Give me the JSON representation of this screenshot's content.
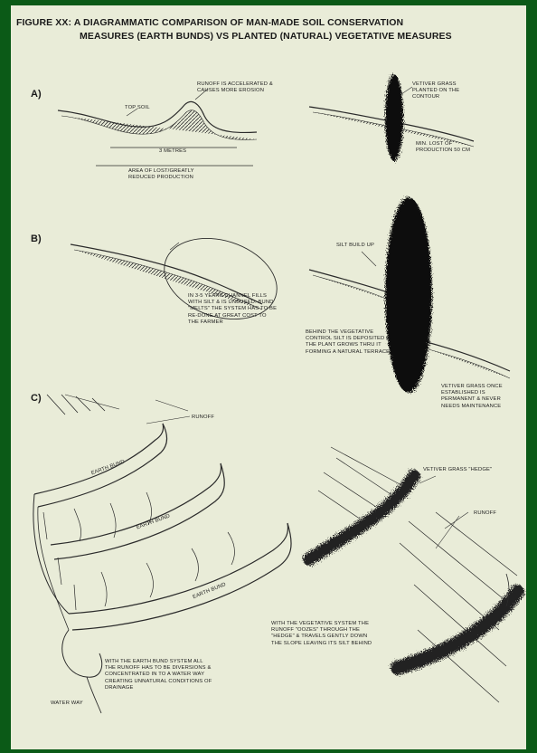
{
  "title": {
    "line1": "Figure XX: A DIAGRAMMATIC COMPARISON OF MAN-MADE SOIL CONSERVATION",
    "line2": "MEASURES (EARTH BUNDS) VS PLANTED (NATURAL) VEGETATIVE MEASURES"
  },
  "sections": {
    "a": "A)",
    "b": "B)",
    "c": "C)"
  },
  "labels_a": {
    "runoff": "RUNOFF IS ACCELERATED & CAUSES MORE EROSION",
    "top_soil": "TOP SOIL",
    "bund_width": "3 METRES",
    "lost_area": "AREA OF LOST/GREATLY REDUCED PRODUCTION",
    "vetiver_planted": "VETIVER GRASS PLANTED ON THE CONTOUR",
    "min_lost": "MIN. LOST OF PRODUCTION 50 CM"
  },
  "labels_b": {
    "channel": "IN 3-5 YEARS CHANNEL FILLS WITH SILT & IS UNBUSED. BUND \"MELTS\" THE SYSTEM HAS TO BE RE-DONE AT GREAT COST TO THE FARMER",
    "silt_build": "SILT BUILD UP",
    "behind": "BEHIND THE VEGETATIVE CONTROL SILT IS DEPOSITED & THE PLANT GROWS THRU IT FORMING A NATURAL TERRACE",
    "vetiver_once": "VETIVER GRASS ONCE ESTABLISHED IS PERMANENT & NEVER NEEDS MAINTENANCE"
  },
  "labels_c": {
    "runoff": "RUNOFF",
    "earth_bund": "EARTH BUND",
    "vetiver_hedge": "VETIVER GRASS \"HEDGE\"",
    "earth_system": "WITH THE EARTH BUND SYSTEM ALL THE RUNOFF HAS TO BE DIVERSIONS & CONCENTRATED IN TO A WATER WAY CREATING UNNATURAL CONDITIONS OF DRAINAGE",
    "waterway": "WATER WAY",
    "vegetative_system": "WITH THE VEGETATIVE SYSTEM THE RUNOFF \"OOZES\" THROUGH THE \"HEDGE\" & TRAVELS GENTLY DOWN THE SLOPE LEAVING ITS SILT BEHIND"
  }
}
